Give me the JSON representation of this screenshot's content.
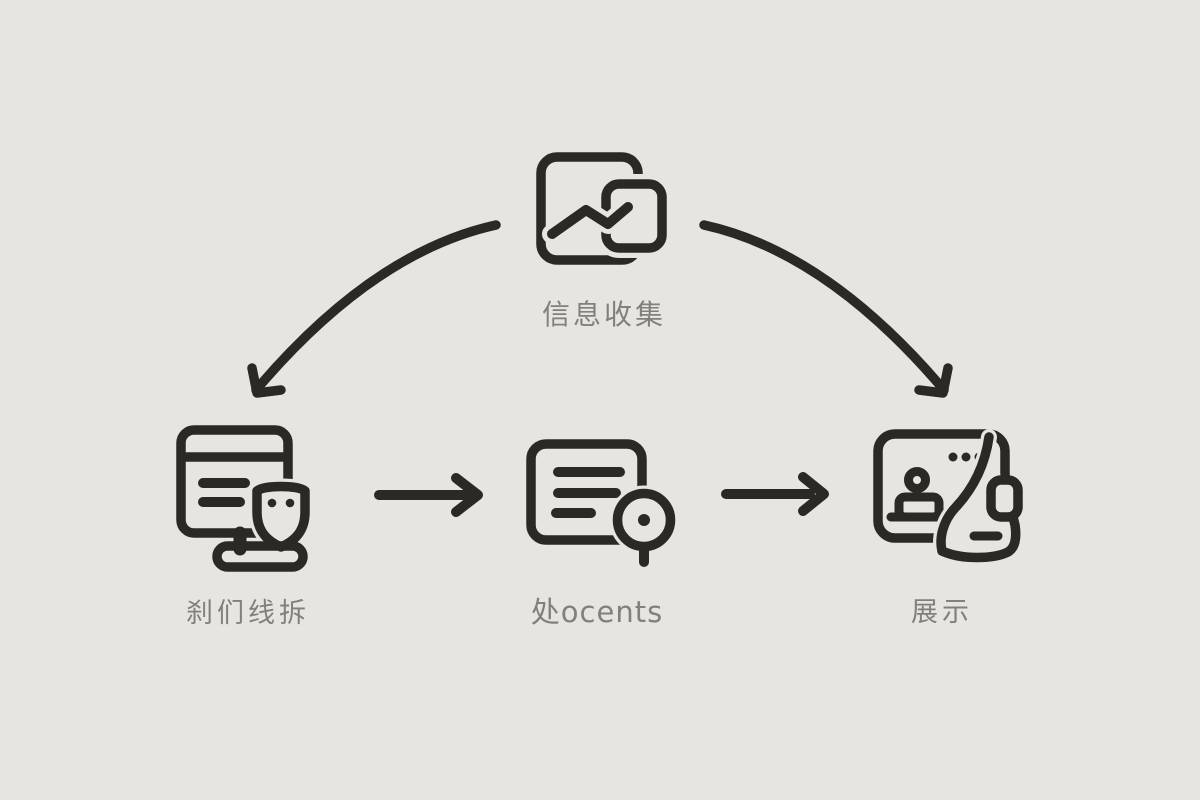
{
  "colors": {
    "background": "#e6e5e2",
    "icon_stroke": "#2a2925",
    "label_text": "#81807b"
  },
  "nodes": {
    "collect": {
      "label": "信息收集",
      "icon": "chart-image-icon"
    },
    "analyze": {
      "label": "刹们线拆",
      "icon": "monitor-shield-icon"
    },
    "process": {
      "label": "处ocents",
      "icon": "document-search-icon"
    },
    "display": {
      "label": "展示",
      "icon": "presentation-screen-icon"
    }
  },
  "arrows": [
    {
      "from": "collect",
      "to": "analyze",
      "style": "curved"
    },
    {
      "from": "collect",
      "to": "display",
      "style": "curved"
    },
    {
      "from": "analyze",
      "to": "process",
      "style": "straight"
    },
    {
      "from": "process",
      "to": "display",
      "style": "straight"
    }
  ]
}
